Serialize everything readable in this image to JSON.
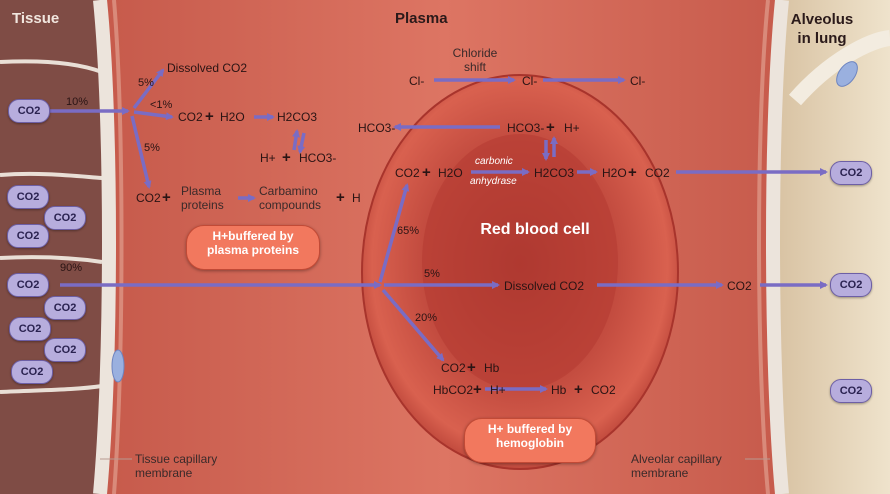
{
  "headers": {
    "tissue": "Tissue",
    "plasma": "Plasma",
    "alveolus": "Alveolus in lung"
  },
  "co2_badge": "CO2",
  "percentages": {
    "tissue_to_plasma": "10%",
    "dissolved": "5%",
    "carbonic": "<1%",
    "carbamino": "5%",
    "to_rbc": "90%",
    "rbc_carbonic": "65%",
    "rbc_dissolved": "5%",
    "rbc_hb": "20%"
  },
  "plasma_reactions": {
    "dissolved_co2": "Dissolved CO2",
    "co2": "CO2",
    "h2o": "H2O",
    "h2co3": "H2CO3",
    "h_plus": "H+",
    "hco3": "HCO3-",
    "plasma_proteins": "Plasma proteins",
    "carbamino": "Carbamino compounds",
    "h_end": "H",
    "plus": "+"
  },
  "chloride": {
    "label": "Chloride shift",
    "cl": "Cl-"
  },
  "rbc": {
    "label": "Red blood cell",
    "hco3": "HCO3-",
    "h_plus": "H+",
    "hco3_out": "HCO3-",
    "co2": "CO2",
    "h2o": "H2O",
    "catalyst_1": "carbonic",
    "catalyst_2": "anhydrase",
    "h2co3": "H2CO3",
    "h2o_right": "H2O",
    "co2_right": "CO2",
    "dissolved_co2": "Dissolved CO2",
    "co2_out": "CO2",
    "hb": "Hb",
    "hbco2": "HbCO2",
    "hb_right": "Hb",
    "co2_hb": "CO2",
    "plus": "+"
  },
  "buffers": {
    "plasma_line1": "H+buffered by",
    "plasma_line2": "plasma proteins",
    "hb_line1": "H+ buffered by",
    "hb_line2": "hemoglobin"
  },
  "membranes": {
    "tissue_line1": "Tissue capillary",
    "tissue_line2": "membrane",
    "alveolar_line1": "Alveolar capillary",
    "alveolar_line2": "membrane"
  },
  "colors": {
    "arrow": "#7a6cc4",
    "co2_badge": "#b7addd",
    "buffer_pill": "#f2785e",
    "plasma": "#d66a5a",
    "rbc": "#c0443a",
    "tissue": "#7a4a44",
    "alveolus": "#e7d8bd"
  }
}
